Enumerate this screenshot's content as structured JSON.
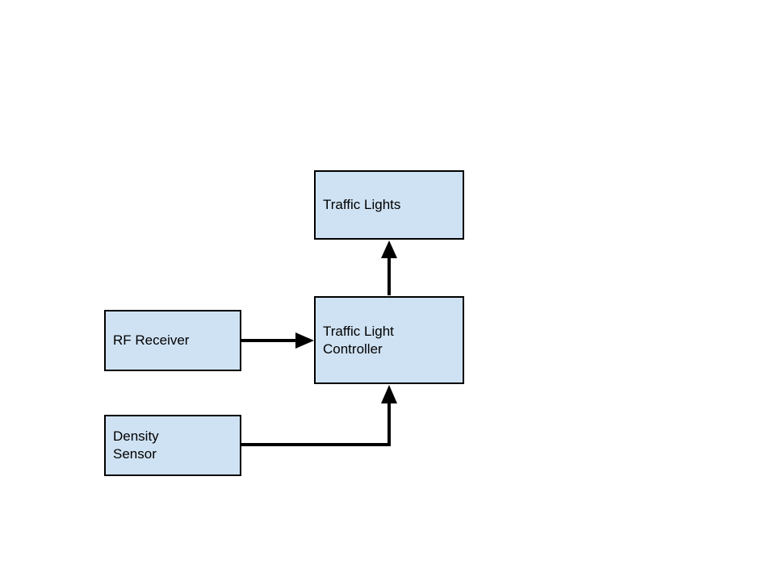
{
  "diagram": {
    "nodes": {
      "traffic_lights": "Traffic Lights",
      "controller": "Traffic Light\nController",
      "rf_receiver": "RF Receiver",
      "density_sensor": "Density\nSensor"
    },
    "edges": [
      {
        "from": "rf_receiver",
        "to": "controller"
      },
      {
        "from": "density_sensor",
        "to": "controller"
      },
      {
        "from": "controller",
        "to": "traffic_lights"
      }
    ],
    "colors": {
      "node_fill": "#cfe2f3",
      "node_border": "#000000",
      "edge": "#000000"
    }
  }
}
